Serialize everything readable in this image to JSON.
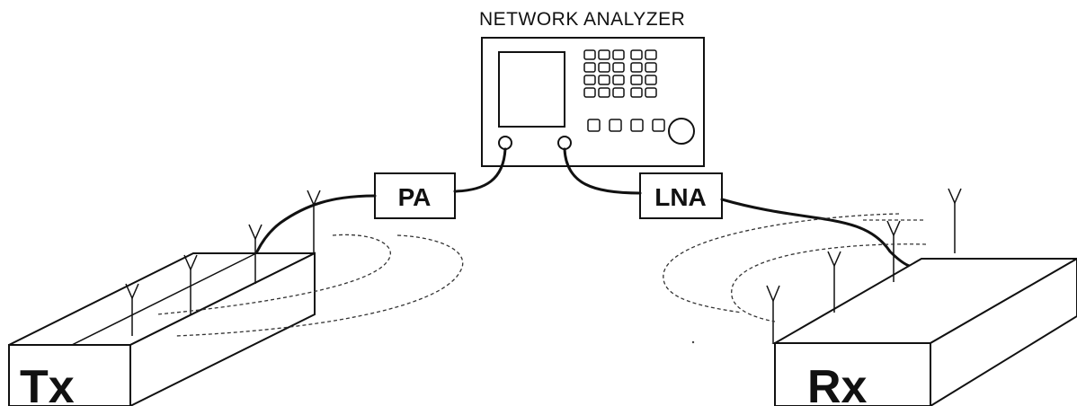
{
  "network_analyzer": {
    "title": "NETWORK ANALYZER"
  },
  "amplifiers": {
    "pa_label": "PA",
    "lna_label": "LNA"
  },
  "transmitter": {
    "label": "Tx"
  },
  "receiver": {
    "label": "Rx"
  }
}
